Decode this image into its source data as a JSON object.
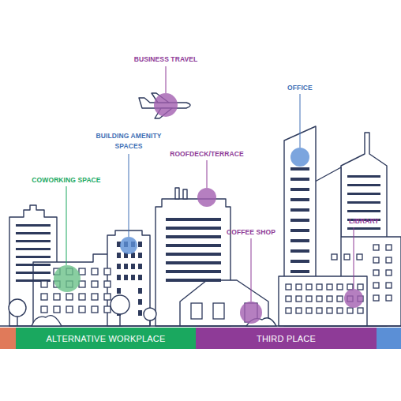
{
  "diagram": {
    "nodes": [
      {
        "text": [
          "ALTERNATIVE WORKPLACE"
        ]
      },
      {
        "text": [
          "THIRD PLACE"
        ]
      }
    ],
    "labels": [
      "BUSINESS TRAVEL",
      "OFFICE",
      "BUILDING AMENITY SPACES",
      "ROOFDECK/TERRACE",
      "COWORKING SPACE",
      "COFFEE SHOP",
      "LIBRARY"
    ]
  }
}
